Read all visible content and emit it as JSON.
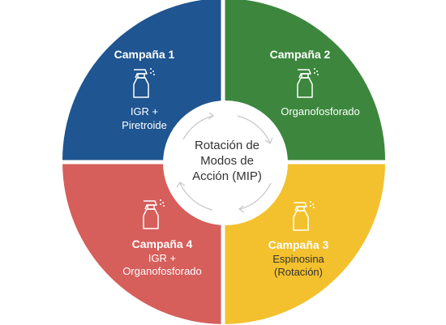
{
  "center": {
    "line1": "Rotación de",
    "line2": "Modos de",
    "line3": "Acción (MIP)"
  },
  "quadrants": [
    {
      "id": "q1",
      "title": "Campaña 1",
      "line1": "IGR +",
      "line2": "Piretroide",
      "color": "#1f5591",
      "text_color": "#ffffff",
      "icon": "spray-bottle-icon"
    },
    {
      "id": "q2",
      "title": "Campaña 2",
      "line1": "Organofosforado",
      "line2": "",
      "color": "#3c873d",
      "text_color": "#ffffff",
      "icon": "spray-bottle-icon"
    },
    {
      "id": "q3",
      "title": "Campaña 3",
      "line1": "Espinosina",
      "line2": "(Rotación)",
      "color": "#f3c12d",
      "text_color": "#333333",
      "icon": "spray-bottle-icon"
    },
    {
      "id": "q4",
      "title": "Campaña 4",
      "line1": "IGR +",
      "line2": "Organofosforado",
      "color": "#d65e5b",
      "text_color": "#ffffff",
      "icon": "spray-bottle-icon"
    }
  ]
}
